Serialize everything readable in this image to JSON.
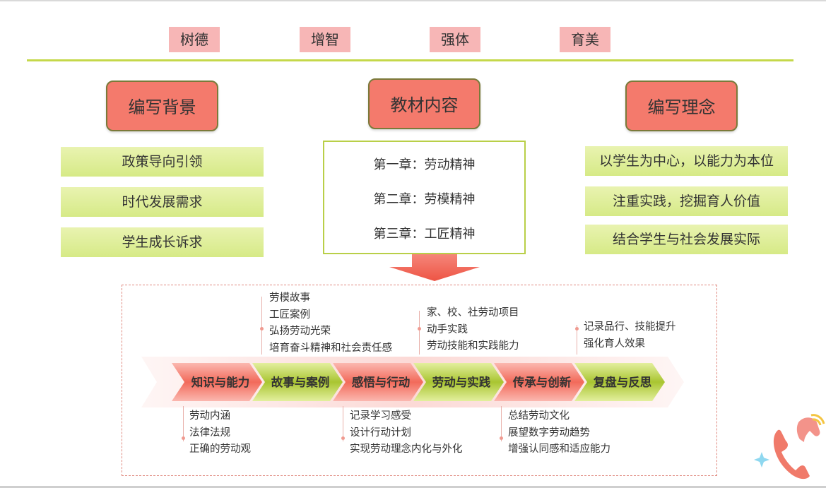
{
  "tags": [
    "树德",
    "增智",
    "强体",
    "育美"
  ],
  "left_column": {
    "heading": "编写背景",
    "items": [
      "政策导向引领",
      "时代发展需求",
      "学生成长诉求"
    ]
  },
  "center_column": {
    "heading": "教材内容",
    "chapters": [
      "第一章：劳动精神",
      "第二章：劳模精神",
      "第三章：工匠精神"
    ]
  },
  "right_column": {
    "heading": "编写理念",
    "items": [
      "以学生为中心，以能力为本位",
      "注重实践，挖掘育人价值",
      "结合学生与社会发展实际"
    ]
  },
  "flow": {
    "steps": [
      "知识与能力",
      "故事与案例",
      "感悟与行动",
      "劳动与实践",
      "传承与创新",
      "复盘与反思"
    ],
    "notes_above": {
      "story": [
        "劳模故事",
        "工匠案例",
        "弘扬劳动光荣",
        "培育奋斗精神和社会责任感"
      ],
      "practice": [
        "家、校、社劳动项目",
        "动手实践",
        "劳动技能和实践能力"
      ],
      "review": [
        "记录品行、技能提升",
        "强化育人效果"
      ]
    },
    "notes_below": {
      "knowledge": [
        "劳动内涵",
        "法律法规",
        "正确的劳动观"
      ],
      "action": [
        "记录学习感受",
        "设计行动计划",
        "实现劳动理念内化与外化"
      ],
      "inherit": [
        "总结劳动文化",
        "展望数字劳动趋势",
        "增强认同感和适应能力"
      ]
    }
  },
  "colors": {
    "tag_bg": "#f7b6b6",
    "heading_bg": "#f47a6c",
    "green_item": "#d6ea86",
    "divider": "#c5d84a",
    "arrow_red": "#f26a5a",
    "arrow_green": "#a9c531"
  },
  "icons": {
    "down_arrow": "down-arrow-icon",
    "phone": "phone-icon",
    "sparkle": "sparkle-icon"
  }
}
